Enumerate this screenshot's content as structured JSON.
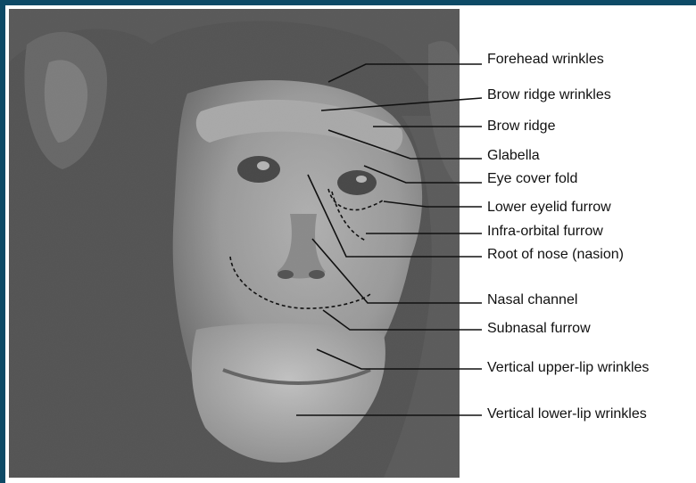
{
  "figure": {
    "labels": [
      {
        "id": "forehead",
        "text": "Forehead wrinkles"
      },
      {
        "id": "brow-wrinkles",
        "text": "Brow ridge wrinkles"
      },
      {
        "id": "brow-ridge",
        "text": "Brow ridge"
      },
      {
        "id": "glabella",
        "text": "Glabella"
      },
      {
        "id": "eye-cover",
        "text": "Eye cover fold"
      },
      {
        "id": "lower-eyelid",
        "text": "Lower eyelid furrow"
      },
      {
        "id": "infra-orbital",
        "text": "Infra-orbital furrow"
      },
      {
        "id": "root-nose",
        "text": "Root of nose (nasion)"
      },
      {
        "id": "nasal-channel",
        "text": "Nasal channel"
      },
      {
        "id": "subnasal",
        "text": "Subnasal furrow"
      },
      {
        "id": "upper-lip",
        "text": "Vertical upper-lip wrinkles"
      },
      {
        "id": "lower-lip",
        "text": "Vertical lower-lip wrinkles"
      }
    ],
    "colors": {
      "frame": "#0d4a66",
      "background": "#ffffff",
      "leader_lines": "#111111"
    },
    "image": "grayscale close-up photograph of a chimpanzee face"
  }
}
